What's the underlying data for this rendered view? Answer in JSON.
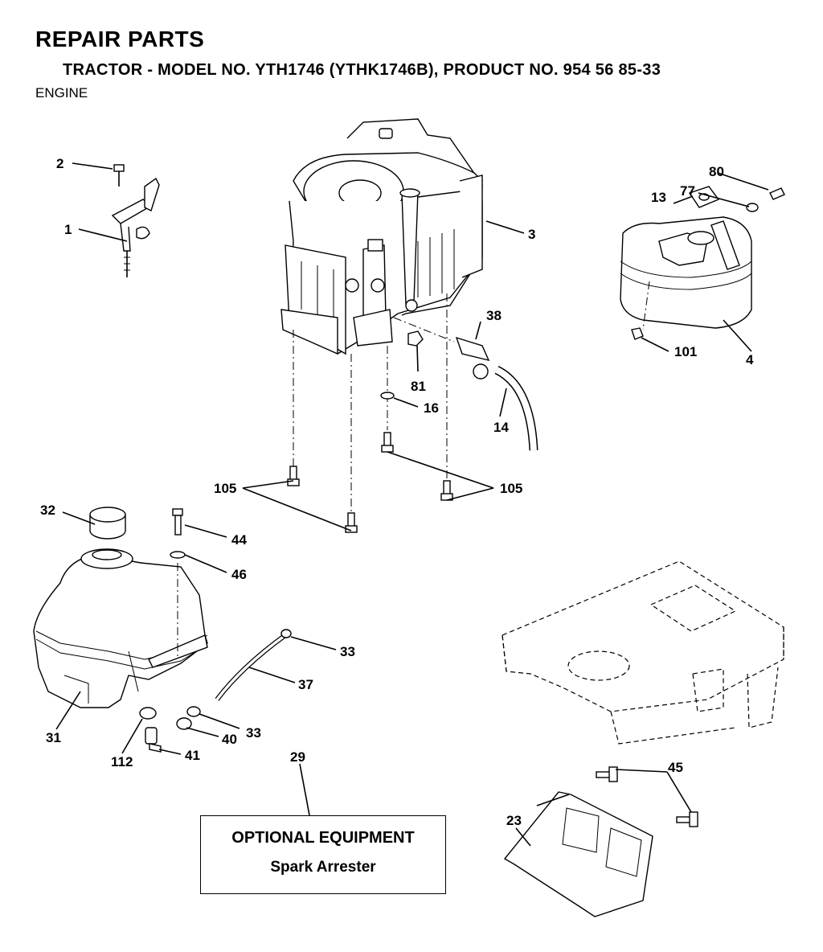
{
  "header": {
    "title": "REPAIR PARTS",
    "subtitle": "TRACTOR - MODEL NO. YTH1746 (YTHK1746B), PRODUCT NO. 954 56 85-33",
    "section": "ENGINE"
  },
  "callouts": {
    "c1": "1",
    "c2": "2",
    "c3": "3",
    "c4": "4",
    "c13": "13",
    "c14": "14",
    "c16": "16",
    "c23": "23",
    "c29": "29",
    "c31": "31",
    "c32": "32",
    "c33a": "33",
    "c33b": "33",
    "c37": "37",
    "c38": "38",
    "c40": "40",
    "c41": "41",
    "c44": "44",
    "c45": "45",
    "c46": "46",
    "c77": "77",
    "c80": "80",
    "c81": "81",
    "c101": "101",
    "c105a": "105",
    "c105b": "105",
    "c112": "112"
  },
  "optional_box": {
    "title": "OPTIONAL EQUIPMENT",
    "subtitle": "Spark Arrester"
  }
}
